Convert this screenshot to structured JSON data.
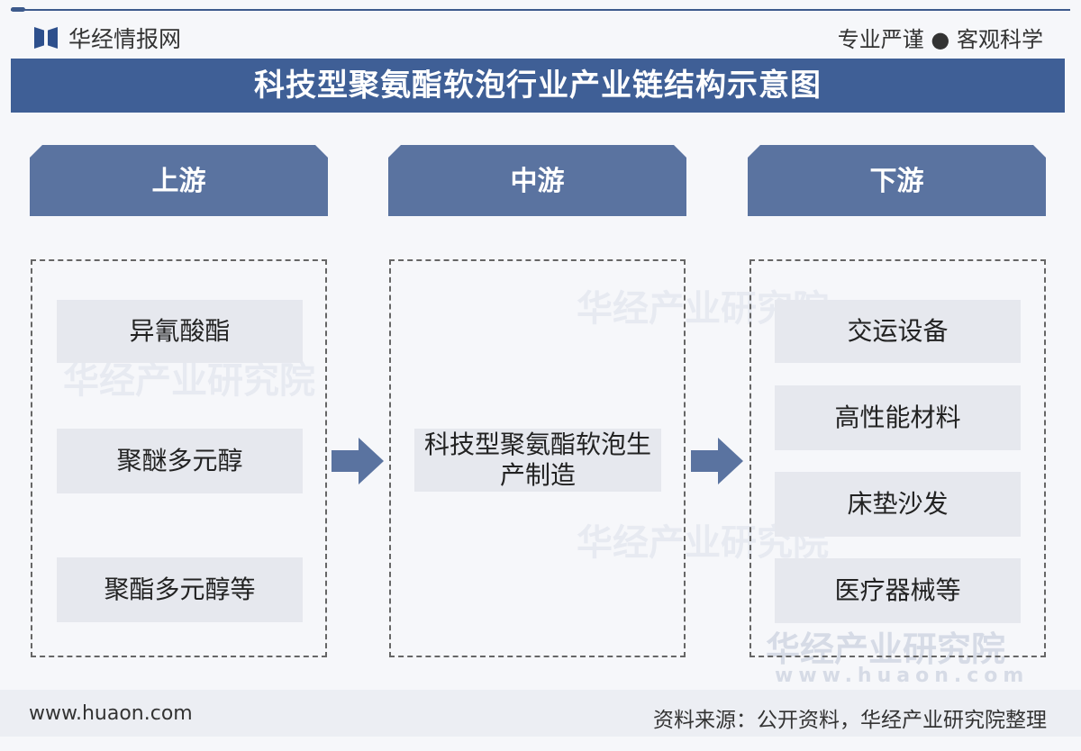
{
  "brand": "华经情报网",
  "slogan": "专业严谨 ● 客观科学",
  "title": "科技型聚氨酯软泡行业产业链结构示意图",
  "columns": [
    {
      "header": "上游",
      "items": [
        "异氰酸酯",
        "聚醚多元醇",
        "聚酯多元醇等"
      ]
    },
    {
      "header": "中游",
      "items": [
        "科技型聚氨酯软泡生产制造"
      ]
    },
    {
      "header": "下游",
      "items": [
        "交运设备",
        "高性能材料",
        "床垫沙发",
        "医疗器械等"
      ]
    }
  ],
  "watermark": "华经产业研究院",
  "watermark_url": "www.huaon.com",
  "footer": {
    "url": "www.huaon.com",
    "source": "资料来源：公开资料，华经产业研究院整理"
  },
  "colors": {
    "title_bg": "#3f5f96",
    "header_bg": "#5a73a0",
    "item_bg": "#e6e8ee",
    "arrow": "#5a73a0"
  }
}
